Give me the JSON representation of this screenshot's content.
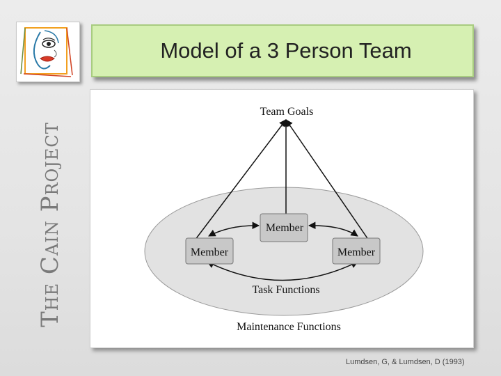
{
  "slide": {
    "title": "Model of a 3 Person Team",
    "side_title": "The Cain Project",
    "credit": "Lumdsen, G, & Lumdsen, D (1993)"
  },
  "diagram": {
    "goal_label": "Team Goals",
    "members": [
      "Member",
      "Member",
      "Member"
    ],
    "inner_label": "Task Functions",
    "outer_label": "Maintenance Functions"
  },
  "colors": {
    "title_fill": "#d6f0b2",
    "title_border": "#a8cc80",
    "ellipse_fill": "#e2e2e2",
    "member_fill": "#c8c8c8"
  }
}
